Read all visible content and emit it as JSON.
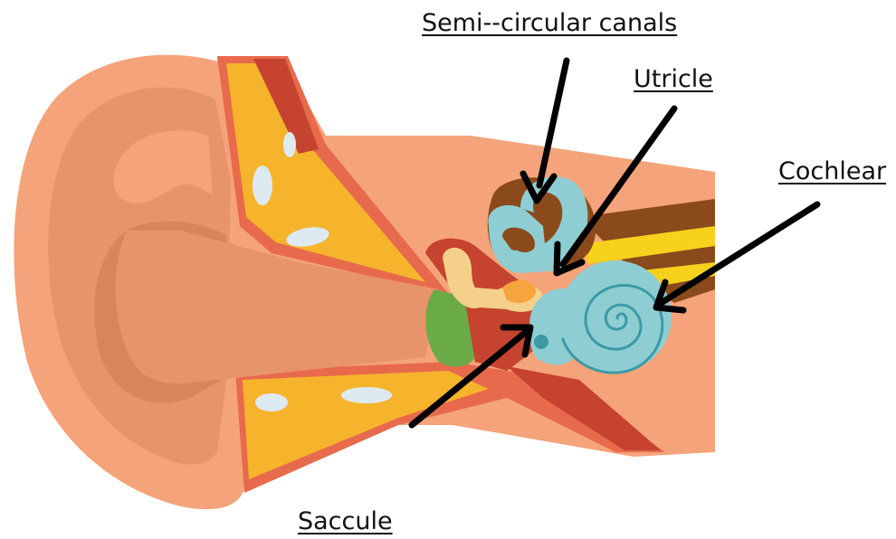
{
  "diagram": {
    "labels": {
      "semicircular_canals": "Semi--circular canals",
      "utricle": "Utricle",
      "cochlear": "Cochlear",
      "saccule": "Saccule"
    },
    "colors": {
      "skin_outer": "#F5A37A",
      "skin_inner": "#E8946A",
      "canal_dark": "#D9845C",
      "bone_orange": "#F6B42C",
      "muscle_red": "#C5432F",
      "edge_red": "#E86A4C",
      "inner_ear_blue": "#8ECED2",
      "nerve_yellow": "#F7D21D",
      "nerve_brown": "#8B4A1B",
      "ossicle_yellow": "#F5D08A",
      "eardrum_green": "#6AAA47",
      "bone_hole": "#DDEAF2",
      "arrow": "#000000"
    }
  }
}
